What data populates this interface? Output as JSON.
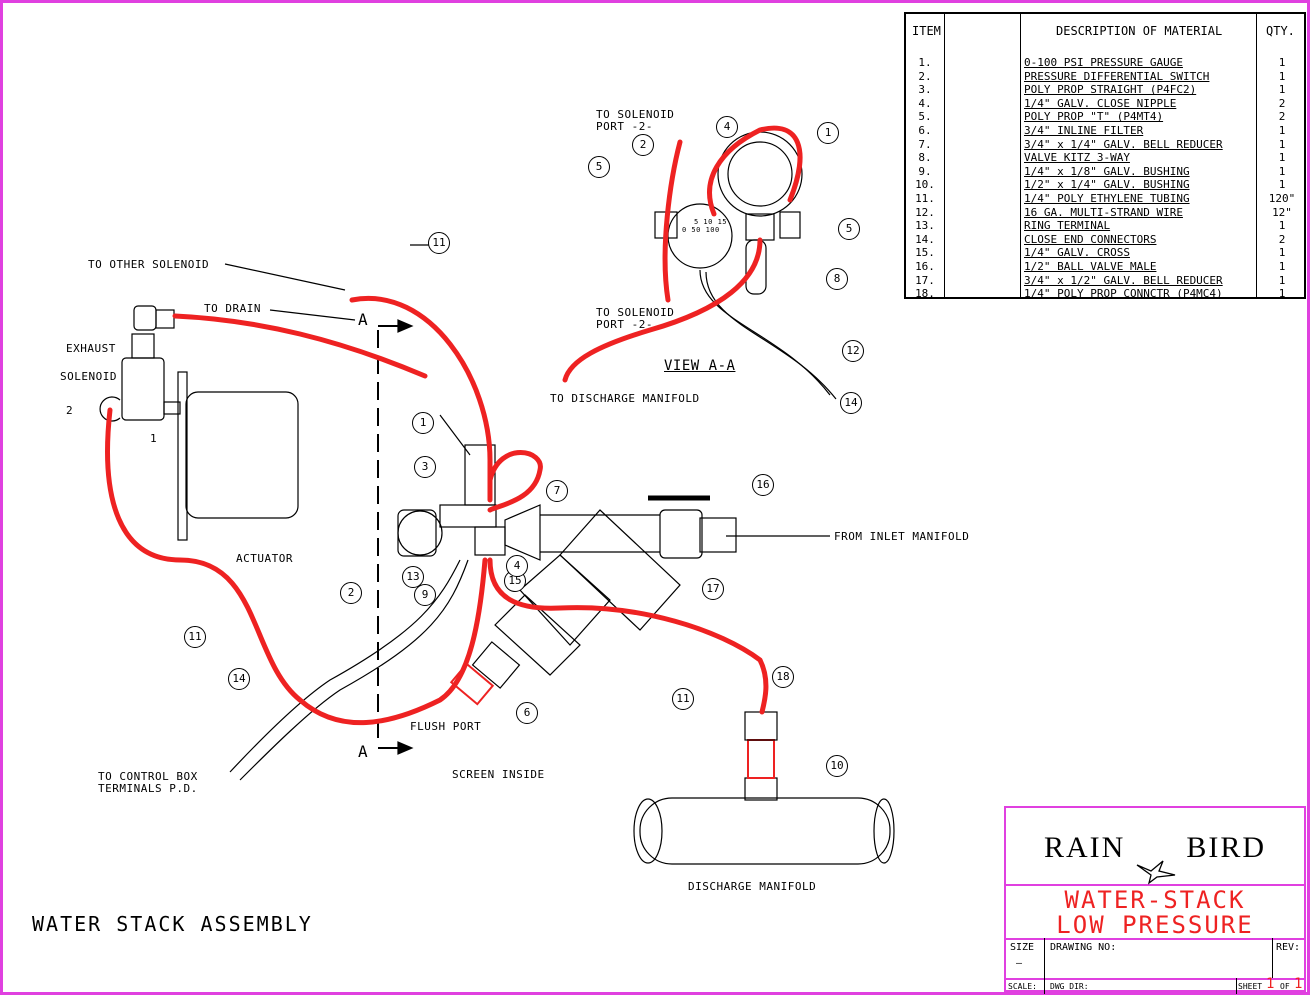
{
  "bom": {
    "headers": {
      "item": "ITEM",
      "description": "DESCRIPTION OF MATERIAL",
      "qty": "QTY."
    },
    "rows": [
      {
        "item": "1.",
        "desc": "0-100 PSI PRESSURE GAUGE",
        "qty": "1"
      },
      {
        "item": "2.",
        "desc": "PRESSURE DIFFERENTIAL SWITCH",
        "qty": "1"
      },
      {
        "item": "3.",
        "desc": "POLY PROP STRAIGHT (P4FC2)",
        "qty": "1"
      },
      {
        "item": "4.",
        "desc": "1/4\" GALV. CLOSE NIPPLE",
        "qty": "2"
      },
      {
        "item": "5.",
        "desc": "POLY PROP \"T\" (P4MT4)",
        "qty": "2"
      },
      {
        "item": "6.",
        "desc": "3/4\" INLINE FILTER",
        "qty": "1"
      },
      {
        "item": "7.",
        "desc": "3/4\" x 1/4\" GALV. BELL REDUCER",
        "qty": "1"
      },
      {
        "item": "8.",
        "desc": "VALVE KITZ 3-WAY",
        "qty": "1"
      },
      {
        "item": "9.",
        "desc": "1/4\" x 1/8\" GALV. BUSHING",
        "qty": "1"
      },
      {
        "item": "10.",
        "desc": "1/2\" x 1/4\" GALV. BUSHING",
        "qty": "1"
      },
      {
        "item": "11.",
        "desc": "1/4\" POLY ETHYLENE TUBING",
        "qty": "120\""
      },
      {
        "item": "12.",
        "desc": "16 GA. MULTI-STRAND WIRE",
        "qty": "12\""
      },
      {
        "item": "13.",
        "desc": "RING TERMINAL",
        "qty": "1"
      },
      {
        "item": "14.",
        "desc": "CLOSE END CONNECTORS",
        "qty": "2"
      },
      {
        "item": "15.",
        "desc": "1/4\" GALV. CROSS",
        "qty": "1"
      },
      {
        "item": "16.",
        "desc": "1/2\" BALL VALVE MALE",
        "qty": "1"
      },
      {
        "item": "17.",
        "desc": "3/4\" x 1/2\" GALV. BELL REDUCER",
        "qty": "1"
      },
      {
        "item": "18.",
        "desc": "1/4\" POLY PROP CONNCTR (P4MC4)",
        "qty": "1"
      }
    ]
  },
  "labels": {
    "to_solenoid_port_top": "TO SOLENOID",
    "port_top": "PORT -2-",
    "to_solenoid_port_bottom": "TO SOLENOID",
    "port_bottom": "PORT -2-",
    "to_discharge_manifold": "TO DISCHARGE MANIFOLD",
    "view_aa": "VIEW A-A",
    "to_other_solenoid": "TO OTHER SOLENOID",
    "to_drain": "TO DRAIN",
    "exhaust": "EXHAUST",
    "solenoid": "SOLENOID",
    "solenoid_2": "2",
    "solenoid_1": "1",
    "section_a_top": "A",
    "section_a_bottom": "A",
    "actuator": "ACTUATOR",
    "from_inlet_manifold": "FROM INLET MANIFOLD",
    "flush_port": "FLUSH PORT",
    "screen_inside": "SCREEN INSIDE",
    "to_control_box": "TO CONTROL BOX",
    "terminals_pd": "TERMINALS P.D.",
    "discharge_manifold": "DISCHARGE MANIFOLD",
    "drawing_title": "WATER STACK ASSEMBLY",
    "gauge_a": "0 50 100",
    "gauge_b": "5 10 15"
  },
  "callouts": [
    "1",
    "2",
    "4",
    "5",
    "5",
    "8",
    "12",
    "14",
    "11",
    "1",
    "3",
    "7",
    "16",
    "2",
    "13",
    "9",
    "15",
    "4",
    "17",
    "11",
    "14",
    "6",
    "11",
    "18",
    "10"
  ],
  "title_block": {
    "logo_left": "RAIN",
    "logo_right": "BIRD",
    "title_line1": "WATER-STACK",
    "title_line2": "LOW PRESSURE",
    "size_label": "SIZE",
    "size_value": "—",
    "drawing_no_label": "DRAWING NO:",
    "rev_label": "REV:",
    "scale_label": "SCALE:",
    "dwg_dir_label": "DWG DIR:",
    "sheet_label": "SHEET",
    "sheet_value": "1",
    "of_label": "OF",
    "of_value": "1"
  },
  "colors": {
    "border": "#e040e0",
    "tubing": "#ee2222",
    "title": "#ee2222"
  }
}
